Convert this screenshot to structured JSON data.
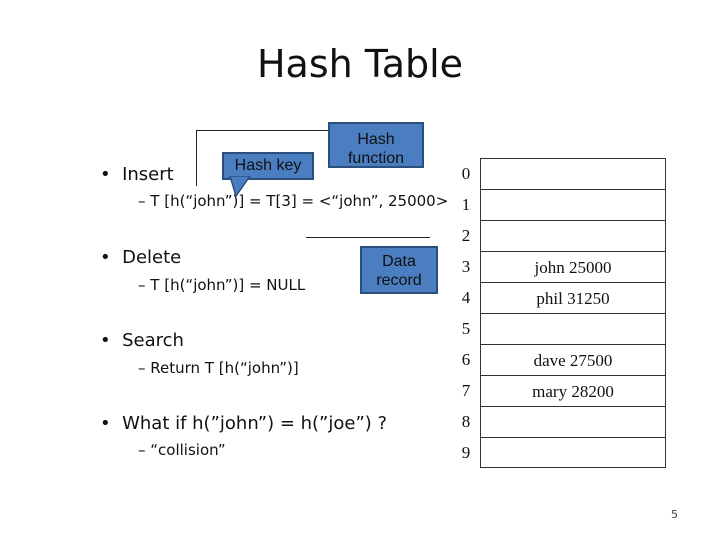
{
  "title": "Hash Table",
  "bullets": {
    "insert": "Insert",
    "insert_sub": "T [h(“john”)] = T[3] = <“john”, 25000>",
    "delete": "Delete",
    "delete_sub": "T [h(“john”)] = NULL",
    "search": "Search",
    "search_sub": "Return T [h(“john”)]",
    "whatif": "What if h(”john”) = h(”joe”) ?",
    "whatif_sub": "“collision”"
  },
  "callouts": {
    "hash_key": "Hash key",
    "hash_function": "Hash function",
    "data_record": "Data record"
  },
  "table": {
    "indices": [
      "0",
      "1",
      "2",
      "3",
      "4",
      "5",
      "6",
      "7",
      "8",
      "9"
    ],
    "rows": [
      "",
      "",
      "",
      "john 25000",
      "phil 31250",
      "",
      "dave 27500",
      "mary 28200",
      "",
      ""
    ]
  },
  "page_number": "5",
  "colors": {
    "callout_fill": "#4a7ec0",
    "callout_border": "#2b4f7f"
  }
}
